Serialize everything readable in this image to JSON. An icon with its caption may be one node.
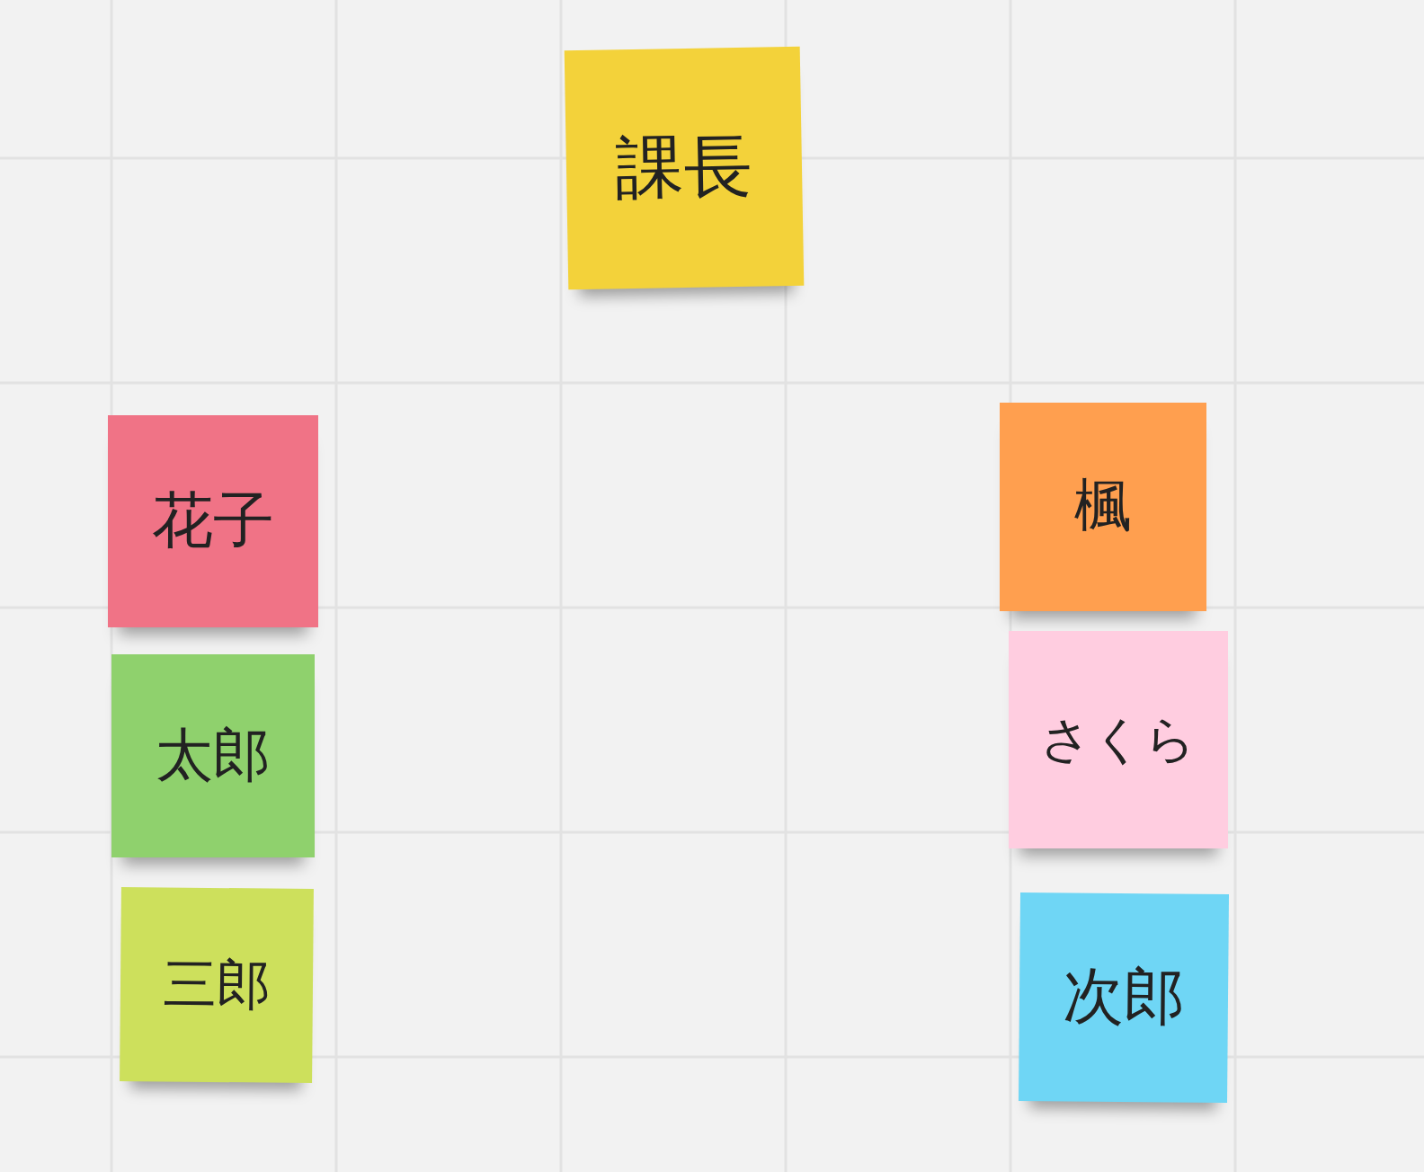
{
  "diagram": {
    "nodes": [
      {
        "text": [
          "課長"
        ]
      },
      {
        "text": [
          "花子"
        ]
      },
      {
        "text": [
          "太郎"
        ]
      },
      {
        "text": [
          "三郎"
        ]
      },
      {
        "text": [
          "楓"
        ]
      },
      {
        "text": [
          "さくら"
        ]
      },
      {
        "text": [
          "次郎"
        ]
      }
    ]
  }
}
